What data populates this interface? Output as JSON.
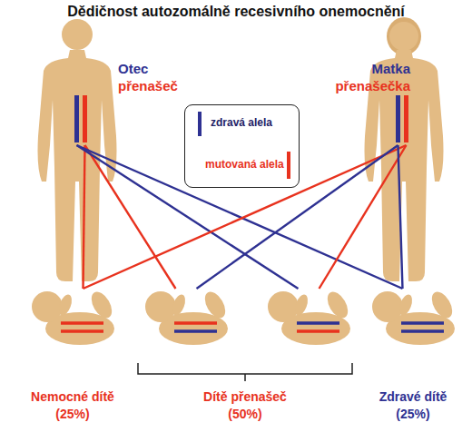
{
  "diagram": {
    "title": "Dědičnost autozomálně recesivního onemocnění",
    "nodes": [
      {
        "text": [
          "Otec",
          "přenašeč"
        ]
      },
      {
        "text": [
          "Matka",
          "přenašečka"
        ]
      },
      {
        "text": [
          "Nemocné dítě (25%)"
        ]
      },
      {
        "text": []
      },
      {
        "text": []
      },
      {
        "text": [
          "Zdravé dítě (25%)"
        ]
      }
    ],
    "edges": [
      {
        "from": 0,
        "to": 2,
        "arrow": "none"
      },
      {
        "from": 0,
        "to": 3,
        "arrow": "none"
      },
      {
        "from": 0,
        "to": 4,
        "arrow": "none"
      },
      {
        "from": 0,
        "to": 5,
        "arrow": "none"
      },
      {
        "from": 1,
        "to": 2,
        "arrow": "none"
      },
      {
        "from": 1,
        "to": 3,
        "arrow": "none"
      },
      {
        "from": 1,
        "to": 4,
        "arrow": "none"
      },
      {
        "from": 1,
        "to": 5,
        "arrow": "none"
      }
    ],
    "labels": [
      "Dítě přenašeč (50%)"
    ],
    "legend": [
      {
        "text": "zdravá alela",
        "color": "#2e3192"
      },
      {
        "text": "mutovaná alela",
        "color": "#e8321e"
      }
    ]
  }
}
